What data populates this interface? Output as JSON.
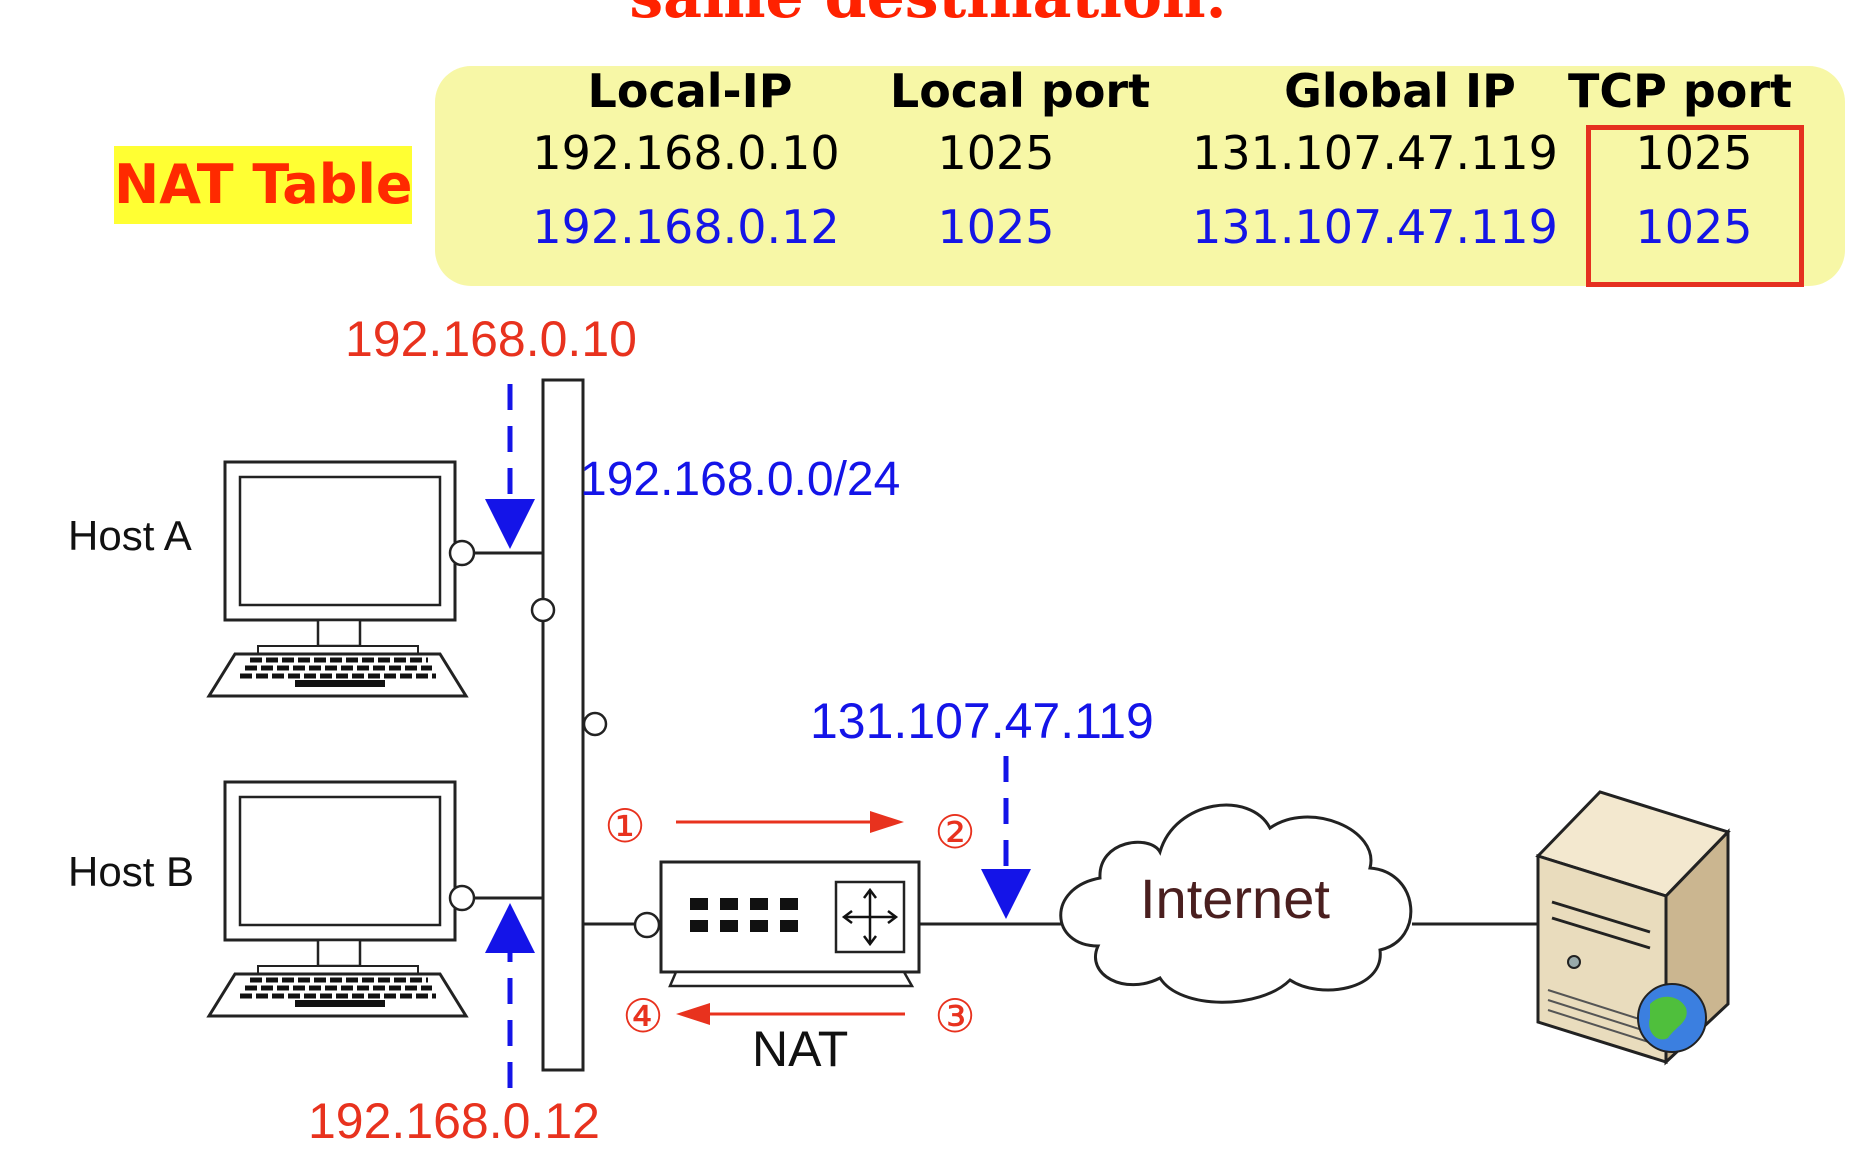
{
  "title_partial": "same destination.",
  "nat_table": {
    "label": "NAT Table",
    "headers": [
      "Local-IP",
      "Local port",
      "Global IP",
      "TCP port"
    ],
    "rows": [
      {
        "local_ip": "192.168.0.10",
        "local_port": "1025",
        "global_ip": "131.107.47.119",
        "tcp_port": "1025"
      },
      {
        "local_ip": "192.168.0.12",
        "local_port": "1025",
        "global_ip": "131.107.47.119",
        "tcp_port": "1025"
      }
    ],
    "highlighted_column": "TCP port"
  },
  "diagram": {
    "host_a_label": "Host A",
    "host_b_label": "Host B",
    "host_a_ip": "192.168.0.10",
    "host_b_ip": "192.168.0.12",
    "lan_subnet": "192.168.0.0/24",
    "nat_public_ip": "131.107.47.119",
    "nat_label": "NAT",
    "internet_label": "Internet",
    "steps": [
      "①",
      "②",
      "③",
      "④"
    ]
  },
  "colors": {
    "highlight_red": "#e53020",
    "text_blue": "#1414e8",
    "panel_yellow": "#f7f7a6",
    "label_yellow": "#ffff33"
  }
}
